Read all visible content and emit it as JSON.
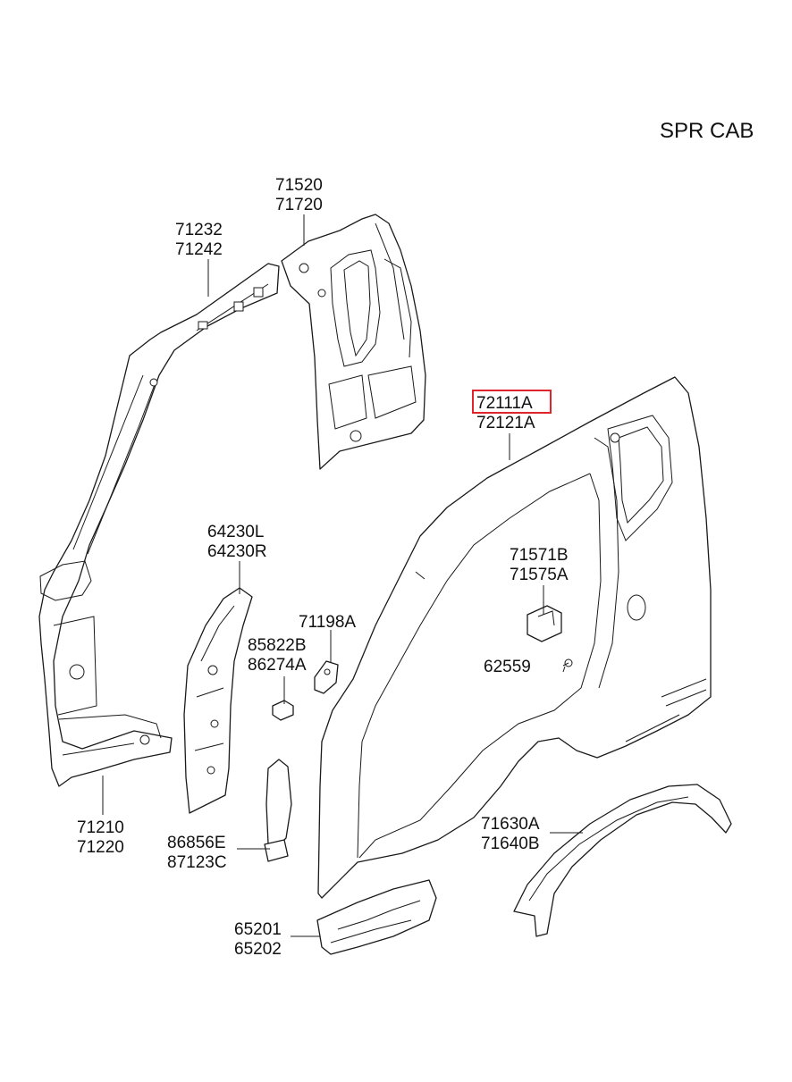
{
  "title": "SPR CAB",
  "highlight_color": "#e0242b",
  "callouts": [
    {
      "id": "c-71520",
      "lines": [
        "71520",
        "71720"
      ]
    },
    {
      "id": "c-71232",
      "lines": [
        "71232",
        "71242"
      ]
    },
    {
      "id": "c-72111",
      "lines": [
        "72111A",
        "72121A"
      ],
      "highlighted_line": 0
    },
    {
      "id": "c-64230",
      "lines": [
        "64230L",
        "64230R"
      ]
    },
    {
      "id": "c-71571",
      "lines": [
        "71571B",
        "71575A"
      ]
    },
    {
      "id": "c-71198",
      "lines": [
        "71198A"
      ]
    },
    {
      "id": "c-85822",
      "lines": [
        "85822B",
        "86274A"
      ]
    },
    {
      "id": "c-62559",
      "lines": [
        "62559"
      ]
    },
    {
      "id": "c-71210",
      "lines": [
        "71210",
        "71220"
      ]
    },
    {
      "id": "c-71630",
      "lines": [
        "71630A",
        "71640B"
      ]
    },
    {
      "id": "c-86856",
      "lines": [
        "86856E",
        "87123C"
      ]
    },
    {
      "id": "c-65201",
      "lines": [
        "65201",
        "65202"
      ]
    }
  ]
}
